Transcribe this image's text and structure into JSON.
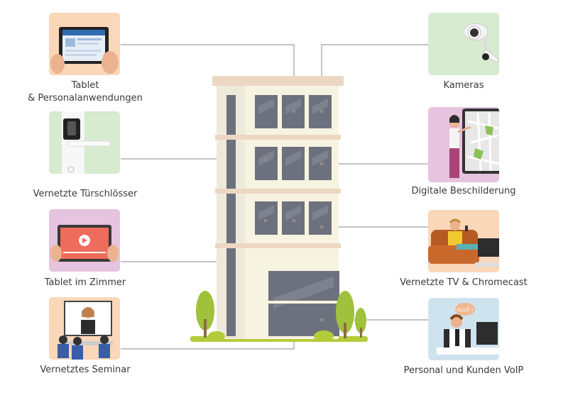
{
  "features": {
    "tablet_staff": {
      "line1": "Tablet",
      "line2": "& Personalanwendungen"
    },
    "door_locks": "Vernetzte Türschlösser",
    "tablet_room": "Tablet im Zimmer",
    "seminar": "Vernetztes Seminar",
    "cameras": "Kameras",
    "signage": "Digitale Beschilderung",
    "tv": "Vernetzte TV & Chromecast",
    "voip": "Personal und Kunden VoIP",
    "voip_bubble": "ALLÔ !"
  },
  "colors": {
    "card_peach": "#f9d7b8",
    "card_green": "#d6ebcf",
    "card_pink": "#e6c3de",
    "card_blue": "#cfe3ef",
    "building": "#f7f3e1",
    "window": "#6d717e",
    "line": "#9a9a9a"
  }
}
